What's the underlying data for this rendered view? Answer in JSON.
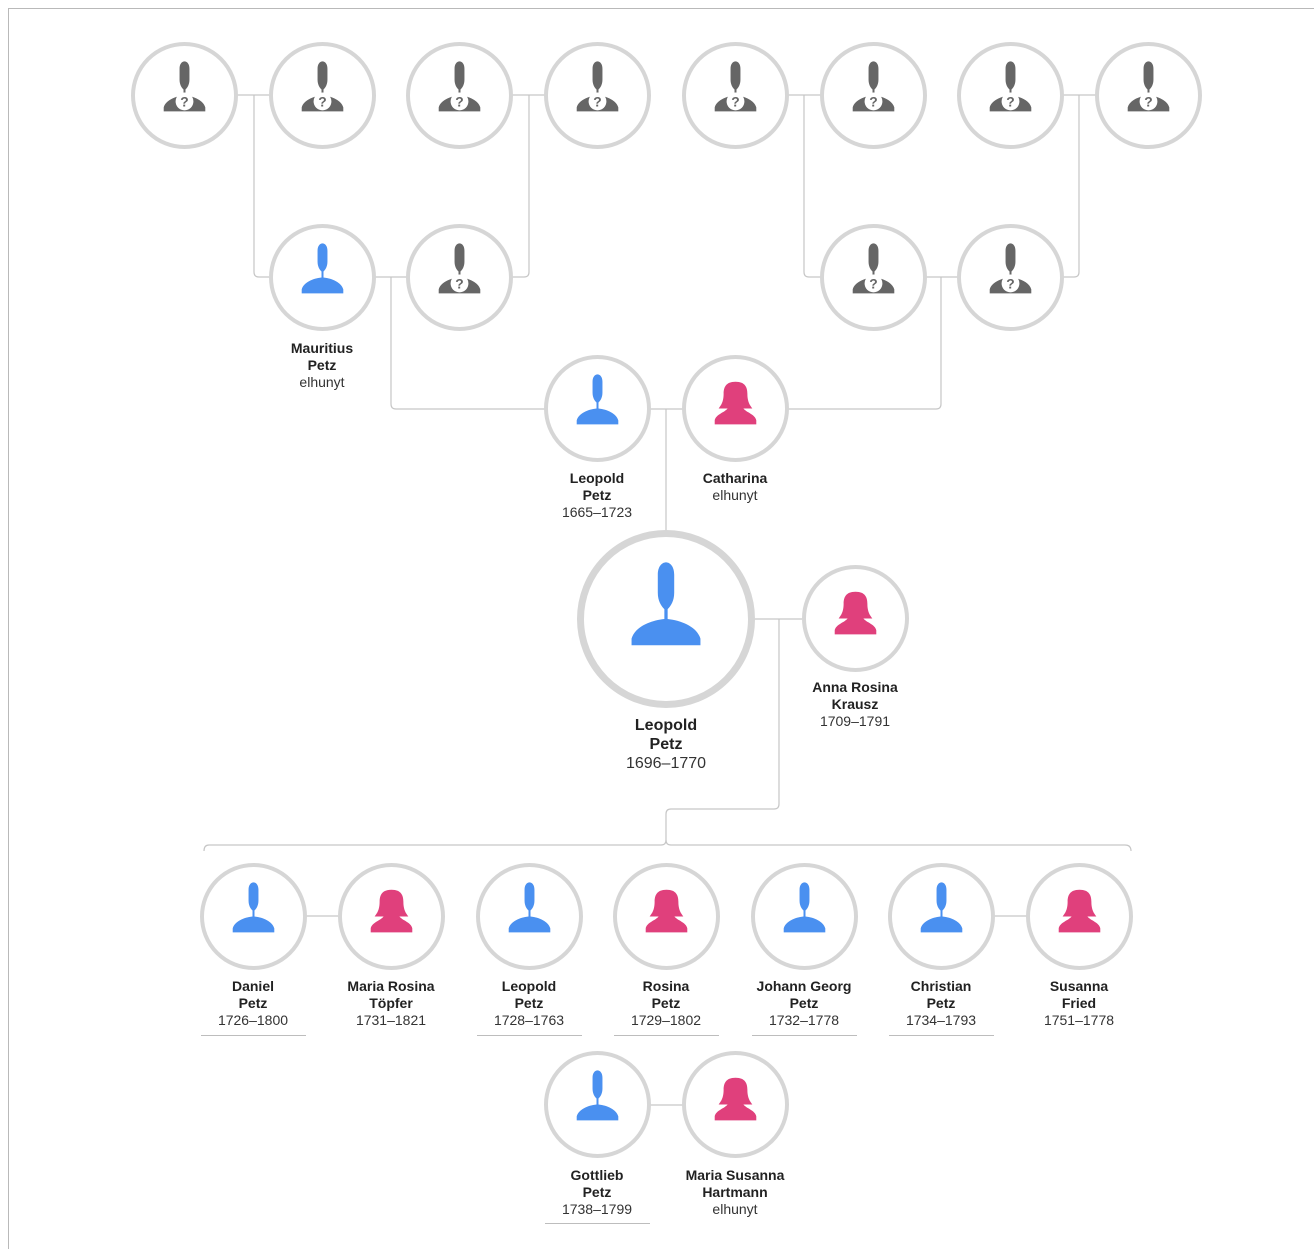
{
  "colors": {
    "male": "#4a90f0",
    "female": "#e0407c",
    "unknown": "#666666",
    "ring": "#d6d6d6",
    "line": "#c6c6c6"
  },
  "people": {
    "gg1": {
      "gender": "unknown",
      "icon": "unknown-person-icon"
    },
    "gg2": {
      "gender": "unknown",
      "icon": "unknown-person-icon"
    },
    "gg3": {
      "gender": "unknown",
      "icon": "unknown-person-icon"
    },
    "gg4": {
      "gender": "unknown",
      "icon": "unknown-person-icon"
    },
    "gg5": {
      "gender": "unknown",
      "icon": "unknown-person-icon"
    },
    "gg6": {
      "gender": "unknown",
      "icon": "unknown-person-icon"
    },
    "gg7": {
      "gender": "unknown",
      "icon": "unknown-person-icon"
    },
    "gg8": {
      "gender": "unknown",
      "icon": "unknown-person-icon"
    },
    "mauritius": {
      "gender": "male",
      "icon": "male-person-icon",
      "first": "Mauritius",
      "last": "Petz",
      "dates": "elhunyt"
    },
    "g2": {
      "gender": "unknown",
      "icon": "unknown-person-icon"
    },
    "g3": {
      "gender": "unknown",
      "icon": "unknown-person-icon"
    },
    "g4": {
      "gender": "unknown",
      "icon": "unknown-person-icon"
    },
    "father": {
      "gender": "male",
      "icon": "male-person-icon",
      "first": "Leopold",
      "last": "Petz",
      "dates": "1665–1723"
    },
    "mother": {
      "gender": "female",
      "icon": "female-person-icon",
      "first": "Catharina",
      "last": "",
      "dates": "elhunyt"
    },
    "root": {
      "gender": "male",
      "icon": "male-person-icon",
      "first": "Leopold",
      "last": "Petz",
      "dates": "1696–1770"
    },
    "spouse": {
      "gender": "female",
      "icon": "female-person-icon",
      "first": "Anna Rosina",
      "last": "Krausz",
      "dates": "1709–1791"
    },
    "daniel": {
      "gender": "male",
      "icon": "male-person-icon",
      "first": "Daniel",
      "last": "Petz",
      "dates": "1726–1800"
    },
    "mariarosina": {
      "gender": "female",
      "icon": "female-person-icon",
      "first": "Maria Rosina",
      "last": "Töpfer",
      "dates": "1731–1821"
    },
    "leopold2": {
      "gender": "male",
      "icon": "male-person-icon",
      "first": "Leopold",
      "last": "Petz",
      "dates": "1728–1763"
    },
    "rosina": {
      "gender": "female",
      "icon": "female-person-icon",
      "first": "Rosina",
      "last": "Petz",
      "dates": "1729–1802"
    },
    "johann": {
      "gender": "male",
      "icon": "male-person-icon",
      "first": "Johann Georg",
      "last": "Petz",
      "dates": "1732–1778"
    },
    "christian": {
      "gender": "male",
      "icon": "male-person-icon",
      "first": "Christian",
      "last": "Petz",
      "dates": "1734–1793"
    },
    "susanna": {
      "gender": "female",
      "icon": "female-person-icon",
      "first": "Susanna",
      "last": "Fried",
      "dates": "1751–1778"
    },
    "gottlieb": {
      "gender": "male",
      "icon": "male-person-icon",
      "first": "Gottlieb",
      "last": "Petz",
      "dates": "1738–1799"
    },
    "mariasusanna": {
      "gender": "female",
      "icon": "female-person-icon",
      "first": "Maria Susanna",
      "last": "Hartmann",
      "dates": "elhunyt"
    }
  }
}
